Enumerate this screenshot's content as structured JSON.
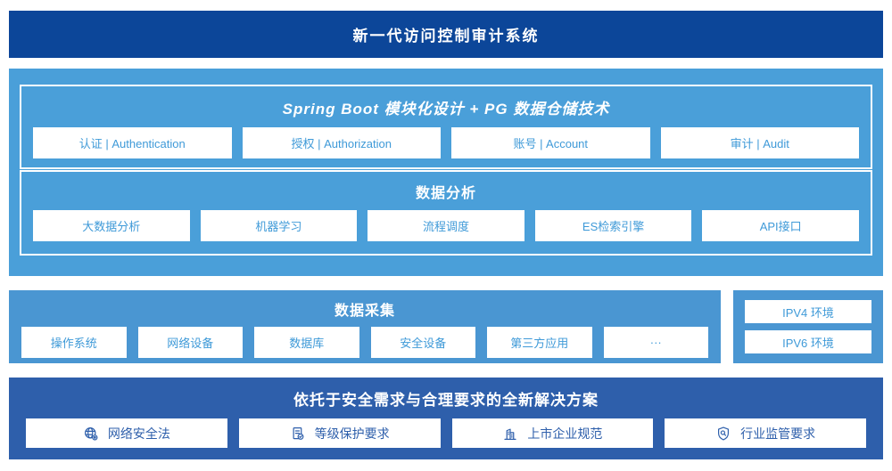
{
  "banner": {
    "title": "新一代访问控制审计系统"
  },
  "platform": {
    "spring": {
      "title": "Spring Boot 模块化设计 + PG 数据仓储技术",
      "items": [
        "认证 | Authentication",
        "授权 | Authorization",
        "账号 | Account",
        "审计 | Audit"
      ]
    },
    "analysis": {
      "title": "数据分析",
      "items": [
        "大数据分析",
        "机器学习",
        "流程调度",
        "ES检索引擎",
        "API接口"
      ]
    }
  },
  "collection": {
    "title": "数据采集",
    "items": [
      "操作系统",
      "网络设备",
      "数据库",
      "安全设备",
      "第三方应用",
      "···"
    ],
    "environments": [
      "IPV4 环境",
      "IPV6 环境"
    ]
  },
  "solution": {
    "title": "依托于安全需求与合理要求的全新解决方案",
    "items": [
      {
        "icon": "globe-icon",
        "label": "网络安全法"
      },
      {
        "icon": "document-check-icon",
        "label": "等级保护要求"
      },
      {
        "icon": "building-icon",
        "label": "上市企业规范"
      },
      {
        "icon": "shield-search-icon",
        "label": "行业监管要求"
      }
    ]
  },
  "colors": {
    "banner_bg": "#0c4699",
    "platform_bg": "#4a9fd9",
    "collection_bg": "#4a96d2",
    "solution_bg": "#2e5fab",
    "box_text_light": "#3f9ad8",
    "box_text_dark": "#2e5fab",
    "box_bg": "#ffffff"
  }
}
